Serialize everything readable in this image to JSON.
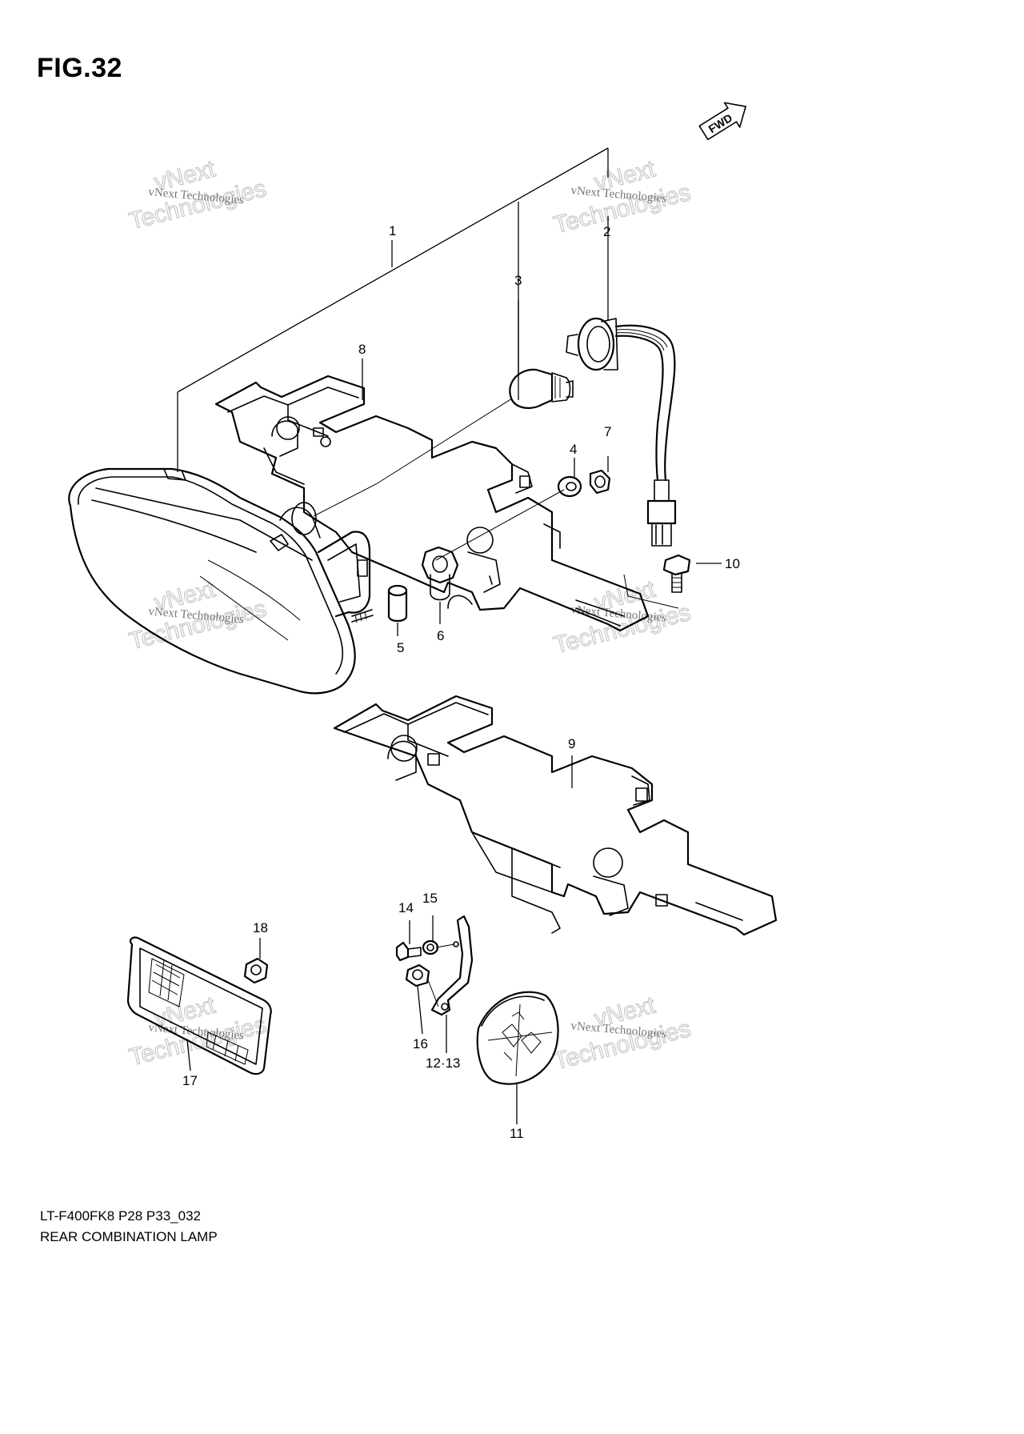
{
  "figure": {
    "label": "FIG.32",
    "code": "LT-F400FK8 P28 P33_032",
    "title": "REAR COMBINATION LAMP"
  },
  "fwd_label": "FWD",
  "watermark": {
    "line1": "vNext Technologies",
    "line2": "vNext",
    "line3": "Technologies"
  },
  "callouts": [
    "1",
    "2",
    "3",
    "4",
    "5",
    "6",
    "7",
    "8",
    "9",
    "10",
    "11",
    "12·13",
    "14",
    "15",
    "16",
    "17",
    "18"
  ]
}
